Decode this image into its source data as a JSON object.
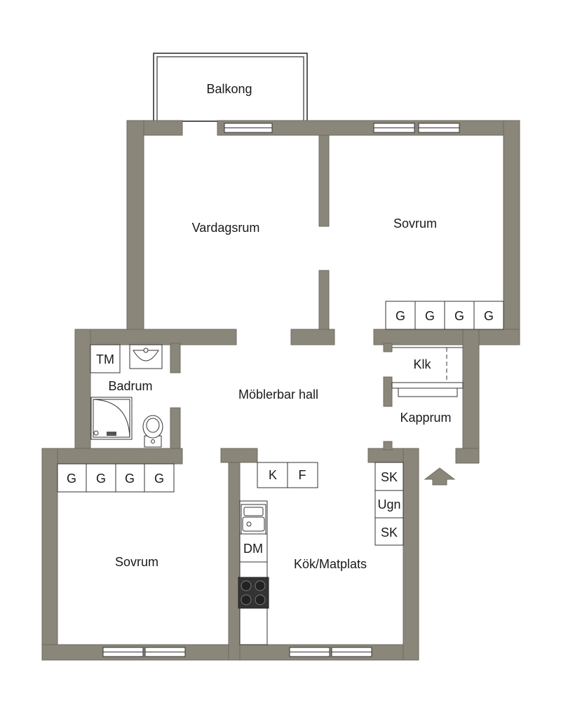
{
  "rooms": {
    "balcony": "Balkong",
    "living_room": "Vardagsrum",
    "bedroom_top": "Sovrum",
    "bedroom_bottom": "Sovrum",
    "bathroom": "Badrum",
    "hall": "Möblerbar hall",
    "closet": "Klk",
    "cloakroom": "Kapprum",
    "kitchen": "Kök/Matplats"
  },
  "fixtures": {
    "wardrobe": "G",
    "washer": "TM",
    "fridge": "K",
    "freezer": "F",
    "tall_cabinet": "SK",
    "oven": "Ugn",
    "dishwasher": "DM"
  },
  "colors": {
    "wall": "#8a8679",
    "wall_stroke": "#6f6b60",
    "line": "#333333",
    "floor": "#ffffff"
  }
}
